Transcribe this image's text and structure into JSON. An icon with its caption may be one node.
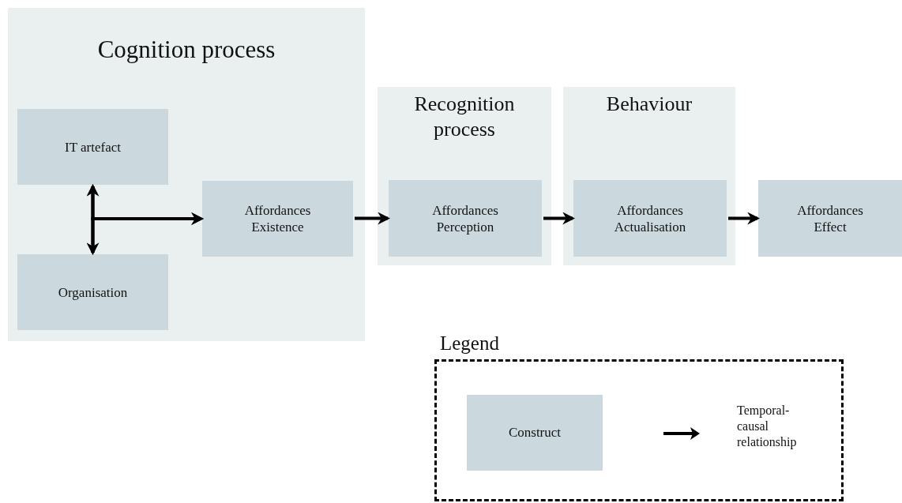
{
  "diagram": {
    "nodes": [
      {
        "text": [
          "Cognition process"
        ]
      },
      {
        "text": [
          "IT artefact"
        ],
        "in": 0
      },
      {
        "text": [
          "Organisation"
        ],
        "in": 0
      },
      {
        "text": [
          "Affordances Existence"
        ],
        "in": 0
      },
      {
        "text": [
          "Recognition process"
        ]
      },
      {
        "text": [
          "Affordances Perception"
        ],
        "in": 4
      },
      {
        "text": [
          "Behaviour"
        ]
      },
      {
        "text": [
          "Affordances Actualisation"
        ],
        "in": 6
      },
      {
        "text": [
          "Affordances Effect"
        ]
      }
    ],
    "edges": [
      {
        "from": 1,
        "to": 2,
        "arrow": "both"
      },
      {
        "from": 1,
        "to": 3,
        "arrow": "to"
      },
      {
        "from": 2,
        "to": 3,
        "arrow": "to"
      },
      {
        "from": 3,
        "to": 5,
        "arrow": "to"
      },
      {
        "from": 5,
        "to": 7,
        "arrow": "to"
      },
      {
        "from": 7,
        "to": 8,
        "arrow": "to"
      }
    ],
    "labels": [
      "Legend"
    ],
    "legend": [
      {
        "text": "Construct",
        "color": "#cbd8de"
      },
      {
        "text": "Temporal-causal relationship"
      }
    ]
  }
}
